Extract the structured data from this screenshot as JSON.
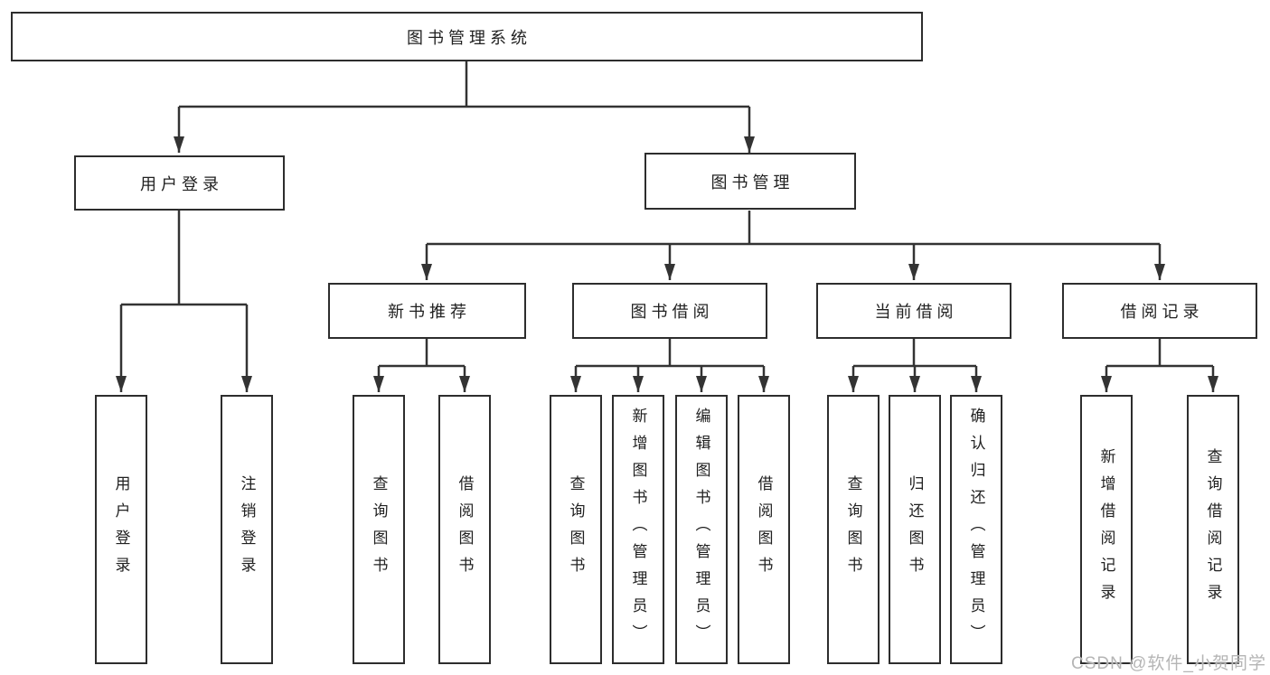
{
  "diagram_title": "图书管理系统",
  "tree": {
    "label": "图书管理系统",
    "children": [
      {
        "label": "用户登录",
        "children": [
          {
            "label": "用户登录"
          },
          {
            "label": "注销登录"
          }
        ]
      },
      {
        "label": "图书管理",
        "children": [
          {
            "label": "新书推荐",
            "children": [
              {
                "label": "查询图书"
              },
              {
                "label": "借阅图书"
              }
            ]
          },
          {
            "label": "图书借阅",
            "children": [
              {
                "label": "查询图书"
              },
              {
                "label": "新增图书（管理员）"
              },
              {
                "label": "编辑图书（管理员）"
              },
              {
                "label": "借阅图书"
              }
            ]
          },
          {
            "label": "当前借阅",
            "children": [
              {
                "label": "查询图书"
              },
              {
                "label": "归还图书"
              },
              {
                "label": "确认归还（管理员）"
              }
            ]
          },
          {
            "label": "借阅记录",
            "children": [
              {
                "label": "新增借阅记录"
              },
              {
                "label": "查询借阅记录"
              }
            ]
          }
        ]
      }
    ]
  },
  "watermark": "CSDN @软件_小贺同学",
  "colors": {
    "line": "#333333",
    "box_border": "#2d2d2d",
    "text": "#212121",
    "background": "#ffffff",
    "watermark": "#b5b5b5"
  }
}
